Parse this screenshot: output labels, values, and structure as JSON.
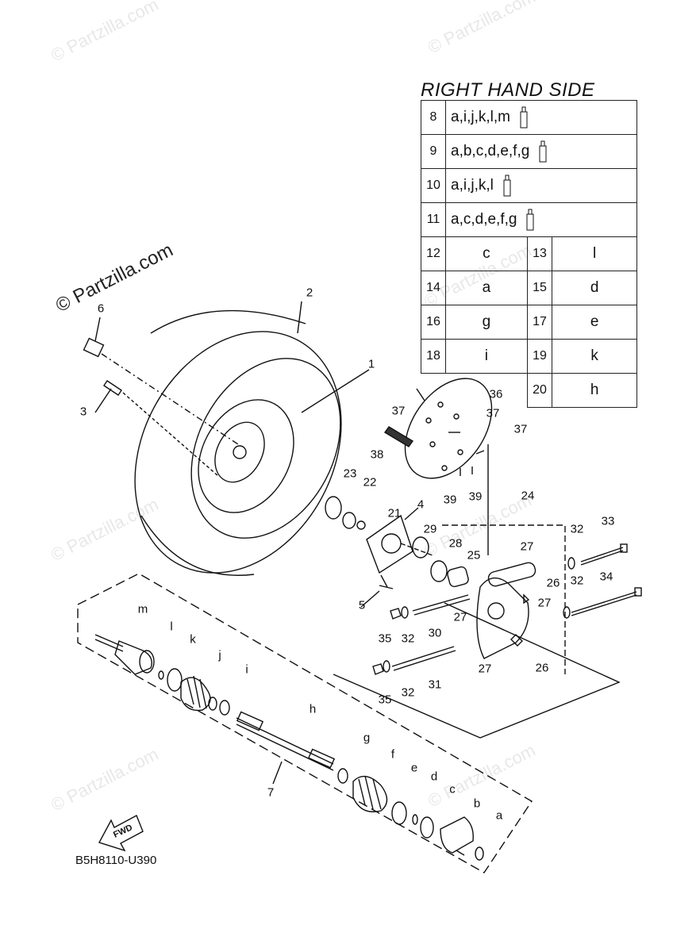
{
  "watermark_big": "© Partzilla.com",
  "watermark": "© Partzilla.com",
  "table": {
    "title": "RIGHT HAND SIDE",
    "wide_rows": [
      {
        "num": "8",
        "codes": "a,i,j,k,l,m"
      },
      {
        "num": "9",
        "codes": "a,b,c,d,e,f,g"
      },
      {
        "num": "10",
        "codes": "a,i,j,k,l"
      },
      {
        "num": "11",
        "codes": "a,c,d,e,f,g"
      }
    ],
    "pair_rows": [
      {
        "n1": "12",
        "v1": "c",
        "n2": "13",
        "v2": "l"
      },
      {
        "n1": "14",
        "v1": "a",
        "n2": "15",
        "v2": "d"
      },
      {
        "n1": "16",
        "v1": "g",
        "n2": "17",
        "v2": "e"
      },
      {
        "n1": "18",
        "v1": "i",
        "n2": "19",
        "v2": "k"
      }
    ],
    "last_row": {
      "num": "20",
      "val": "h"
    }
  },
  "callouts": {
    "c1": "1",
    "c2": "2",
    "c3": "3",
    "c4": "4",
    "c5": "5",
    "c6": "6",
    "c7": "7",
    "c21": "21",
    "c22": "22",
    "c23": "23",
    "c24": "24",
    "c25": "25",
    "c26a": "26",
    "c26b": "26",
    "c27a": "27",
    "c27b": "27",
    "c27c": "27",
    "c27d": "27",
    "c28": "28",
    "c29": "29",
    "c30": "30",
    "c31": "31",
    "c32a": "32",
    "c32b": "32",
    "c32c": "32",
    "c32d": "32",
    "c33": "33",
    "c34": "34",
    "c35a": "35",
    "c35b": "35",
    "c36": "36",
    "c37a": "37",
    "c37b": "37",
    "c37c": "37",
    "c38": "38",
    "c39a": "39",
    "c39b": "39",
    "la": "a",
    "lb": "b",
    "lc": "c",
    "ld": "d",
    "le": "e",
    "lf": "f",
    "lg": "g",
    "lh": "h",
    "li": "i",
    "lj": "j",
    "lk": "k",
    "ll": "l",
    "lm": "m"
  },
  "fwd_label": "FWD",
  "caption": "B5H8110-U390"
}
